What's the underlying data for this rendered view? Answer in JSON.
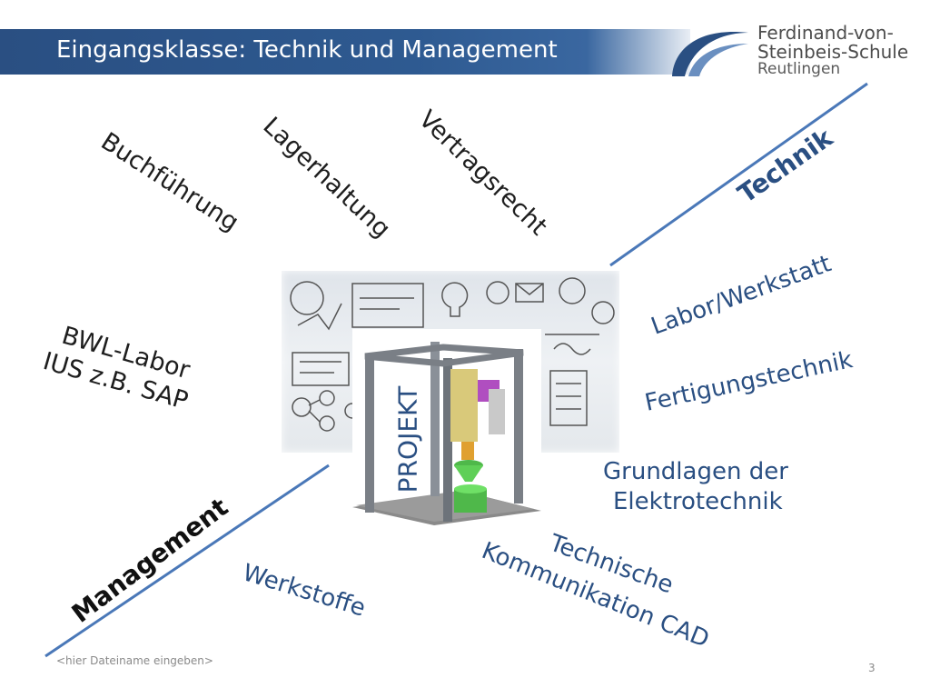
{
  "header": {
    "title": "Eingangsklasse: Technik und Management"
  },
  "logo": {
    "line1": "Ferdinand-von-",
    "line2": "Steinbeis-Schule",
    "line3": "Reutlingen"
  },
  "labels": {
    "buchfuehrung": "Buchführung",
    "lagerhaltung": "Lagerhaltung",
    "vertragsrecht": "Vertragsrecht",
    "technik": "Technik",
    "labor": "Labor/Werkstatt",
    "fertigung": "Fertigungstechnik",
    "bwl1": "BWL-Labor",
    "bwl2": "IUS z.B. SAP",
    "grundlagen1": "Grundlagen der",
    "grundlagen2": "Elektrotechnik",
    "management": "Management",
    "werkstoffe": "Werkstoffe",
    "technische1": "Technische",
    "technische2": "Kommunikation CAD",
    "projekt": "PROJEKT"
  },
  "footer": {
    "filename": "<hier Dateiname eingeben>",
    "page": "3"
  },
  "colors": {
    "brand_blue": "#2a4f82",
    "line_blue": "#4a78b8"
  }
}
